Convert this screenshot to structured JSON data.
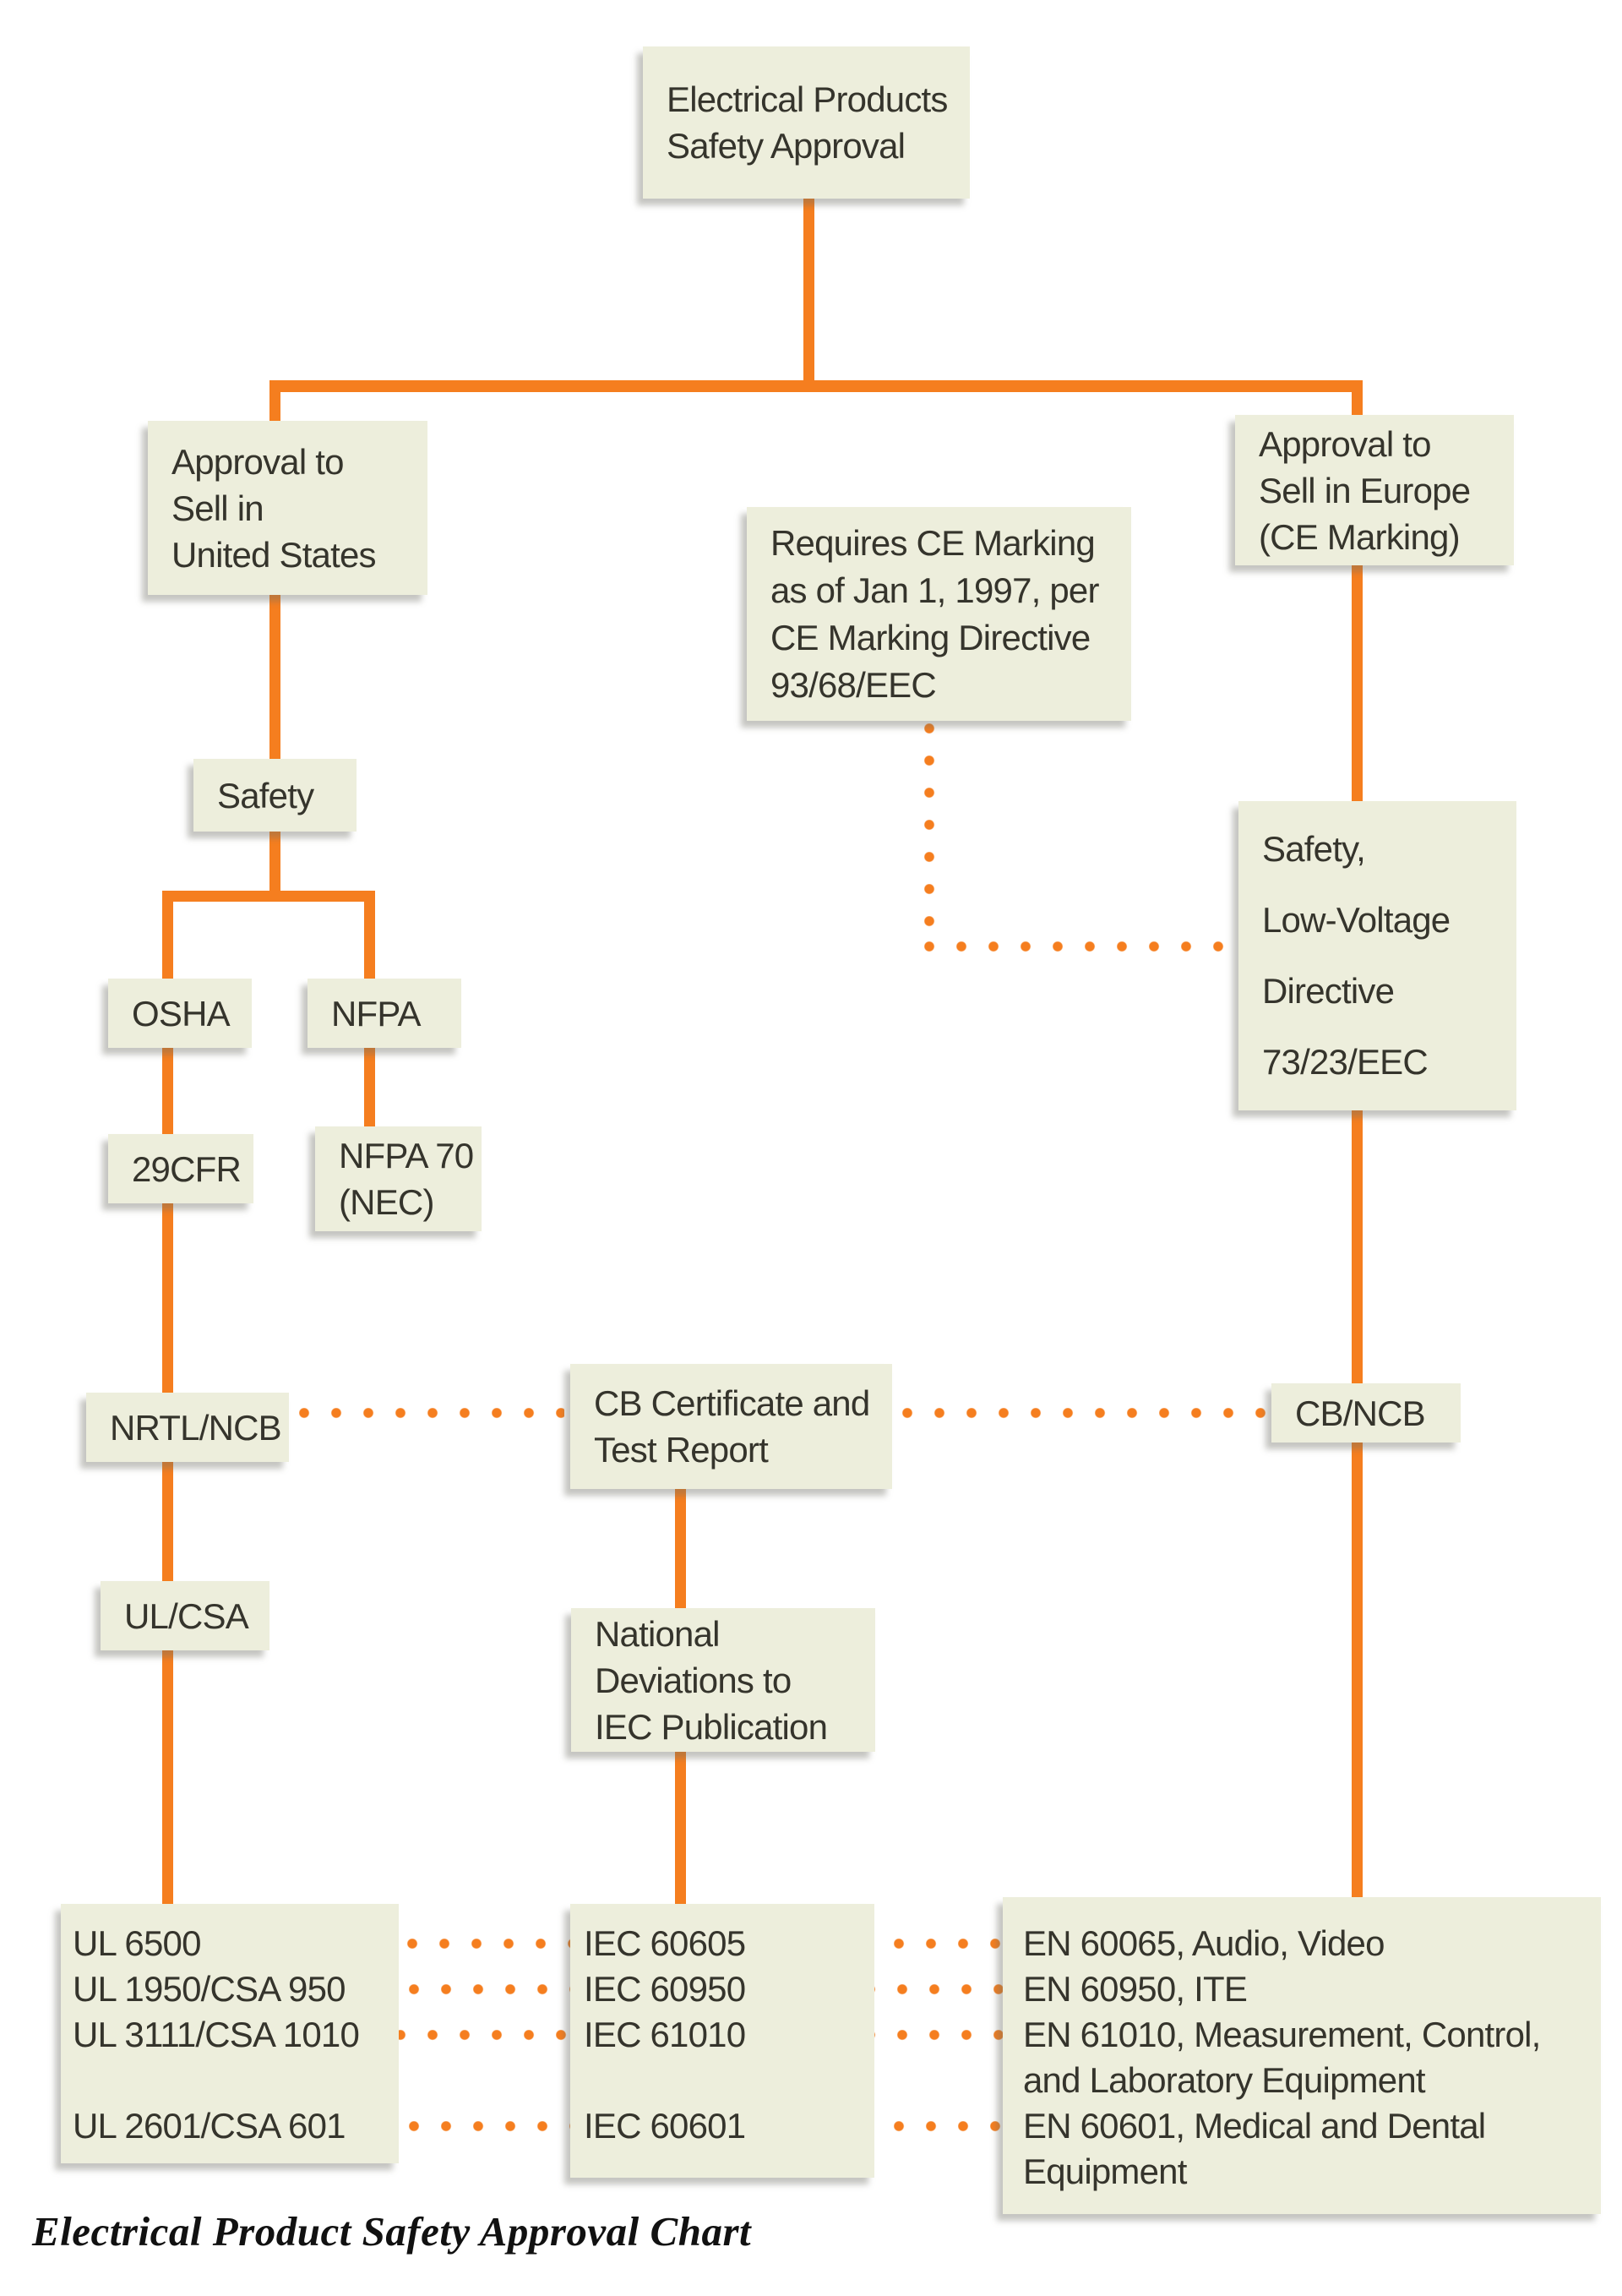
{
  "title": {
    "caption": "Electrical Product Safety Approval Chart"
  },
  "colors": {
    "accent_orange": "#F57E1F",
    "box_fill": "#EDEEDC",
    "text": "#35342C"
  },
  "nodes": {
    "root": {
      "lines": [
        "Electrical Products",
        "Safety Approval"
      ]
    },
    "us": {
      "lines": [
        "Approval to",
        "Sell in",
        "United States"
      ]
    },
    "europe": {
      "lines": [
        "Approval to",
        "Sell in Europe",
        "(CE Marking)"
      ]
    },
    "requires_ce": {
      "lines": [
        "Requires CE Marking",
        "as of Jan 1, 1997, per",
        "CE Marking Directive",
        "93/68/EEC"
      ]
    },
    "safety": {
      "lines": [
        "Safety"
      ]
    },
    "lvd": {
      "lines": [
        "Safety,",
        "Low-Voltage",
        "Directive",
        "73/23/EEC"
      ]
    },
    "osha": {
      "lines": [
        "OSHA"
      ]
    },
    "nfpa": {
      "lines": [
        "NFPA"
      ]
    },
    "cfr": {
      "lines": [
        "29CFR"
      ]
    },
    "nec": {
      "lines": [
        "NFPA 70",
        "(NEC)"
      ]
    },
    "nrtl": {
      "lines": [
        "NRTL/NCB"
      ]
    },
    "cb_cert": {
      "lines": [
        "CB Certificate and",
        "Test Report"
      ]
    },
    "cb_ncb": {
      "lines": [
        "CB/NCB"
      ]
    },
    "ul_csa": {
      "lines": [
        "UL/CSA"
      ]
    },
    "nat_dev": {
      "lines": [
        "National",
        "Deviations to",
        "IEC Publication"
      ]
    },
    "ul_list": {
      "lines": [
        "UL 6500",
        "UL 1950/CSA 950",
        "UL 3111/CSA 1010",
        "",
        "UL 2601/CSA 601"
      ]
    },
    "iec_list": {
      "lines": [
        "IEC 60605",
        "IEC 60950",
        "IEC 61010",
        "",
        "IEC 60601"
      ]
    },
    "en_list": {
      "lines": [
        "EN 60065, Audio, Video",
        "EN 60950, ITE",
        "EN 61010, Measurement, Control,",
        "and Laboratory Equipment",
        "EN 60601, Medical and Dental",
        "Equipment"
      ]
    }
  }
}
